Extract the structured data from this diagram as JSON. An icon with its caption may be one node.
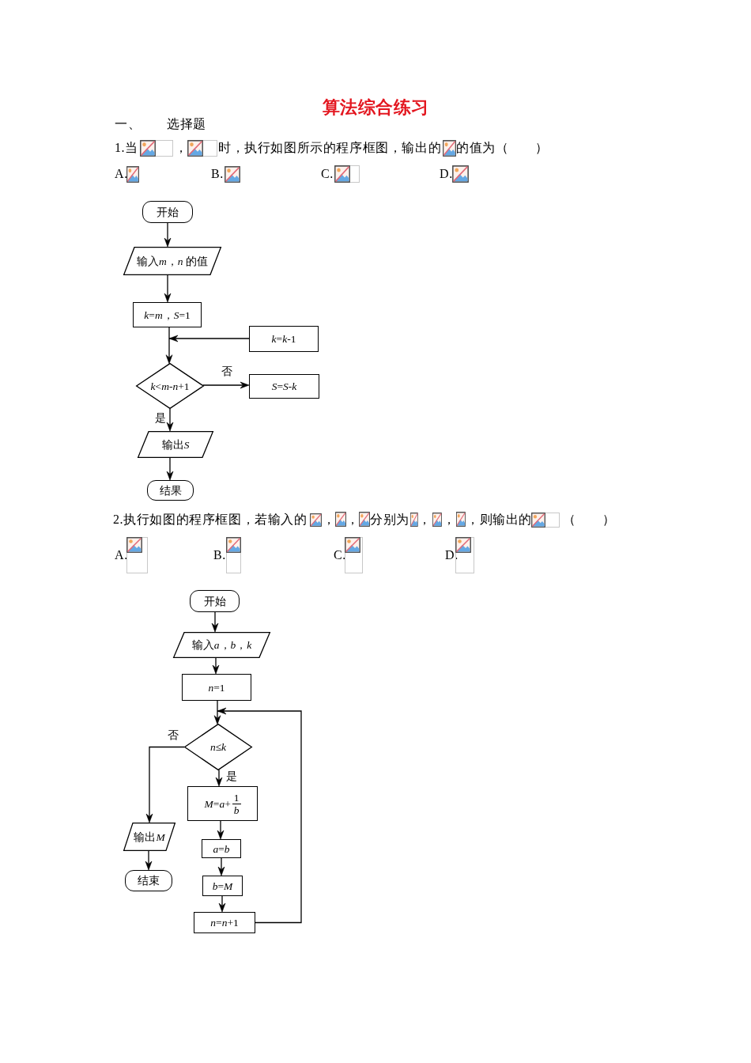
{
  "diagram": {
    "title": "算法综合练习",
    "nodes": [
      {
        "text": [
          "开始"
        ]
      },
      {
        "text": [
          "输入m，n 的值"
        ]
      },
      {
        "text": [
          "*k*=*m*，*S*=1"
        ]
      },
      {
        "text": [
          "*k*=*k*-1"
        ]
      },
      {
        "text": [
          "*k*<*m*-*n*+1"
        ]
      },
      {
        "text": [
          "*S*=*S*-*k*"
        ]
      },
      {
        "text": [
          "输出S"
        ]
      },
      {
        "text": [
          "结果"
        ]
      },
      {
        "text": [
          "开始"
        ]
      },
      {
        "text": [
          "输入a，b，k"
        ]
      },
      {
        "text": [
          "*n*=1"
        ]
      },
      {
        "text": [
          "*n*≤*k*"
        ]
      },
      {
        "text": [
          "*M*=*a*+",
          "1",
          "*b*"
        ]
      },
      {
        "text": [
          "*a*=*b*"
        ]
      },
      {
        "text": [
          "*b*=*M*"
        ]
      },
      {
        "text": [
          "*n*=*n*+1"
        ]
      },
      {
        "text": [
          "输出M"
        ]
      },
      {
        "text": [
          "结束"
        ]
      }
    ],
    "edges": [
      {
        "from": 0,
        "to": 1,
        "arrow": "to"
      },
      {
        "from": 1,
        "to": 2,
        "arrow": "to"
      },
      {
        "from": 2,
        "to": 4,
        "arrow": "to"
      },
      {
        "from": 3,
        "to": 4,
        "arrow": "to"
      },
      {
        "from": 4,
        "to": 5,
        "arrow": "to",
        "label": "否"
      },
      {
        "from": 4,
        "to": 6,
        "arrow": "to",
        "label": "是"
      },
      {
        "from": 6,
        "to": 7,
        "arrow": "to"
      },
      {
        "from": 8,
        "to": 9,
        "arrow": "to"
      },
      {
        "from": 9,
        "to": 10,
        "arrow": "to"
      },
      {
        "from": 10,
        "to": 11,
        "arrow": "to"
      },
      {
        "from": 11,
        "to": 12,
        "arrow": "to",
        "label": "是"
      },
      {
        "from": 12,
        "to": 13,
        "arrow": "to"
      },
      {
        "from": 13,
        "to": 14,
        "arrow": "to"
      },
      {
        "from": 14,
        "to": 15,
        "arrow": "to"
      },
      {
        "from": 15,
        "to": 11,
        "arrow": "to"
      },
      {
        "from": 11,
        "to": 16,
        "arrow": "to",
        "label": "否"
      },
      {
        "from": 16,
        "to": 17,
        "arrow": "to"
      }
    ],
    "labels": [
      "一、",
      "选择题",
      "1.当",
      "，",
      "时，执行如图所示的程序框图，输出的",
      "的值为（　　）",
      "A.",
      "B.",
      "C.",
      "D.",
      "2.执行如图的程序框图，若输入的",
      "，",
      "，",
      "分别为",
      "，",
      "，",
      "，则输出的",
      "（　　）",
      "A.",
      "B.",
      "C.",
      "D."
    ]
  }
}
